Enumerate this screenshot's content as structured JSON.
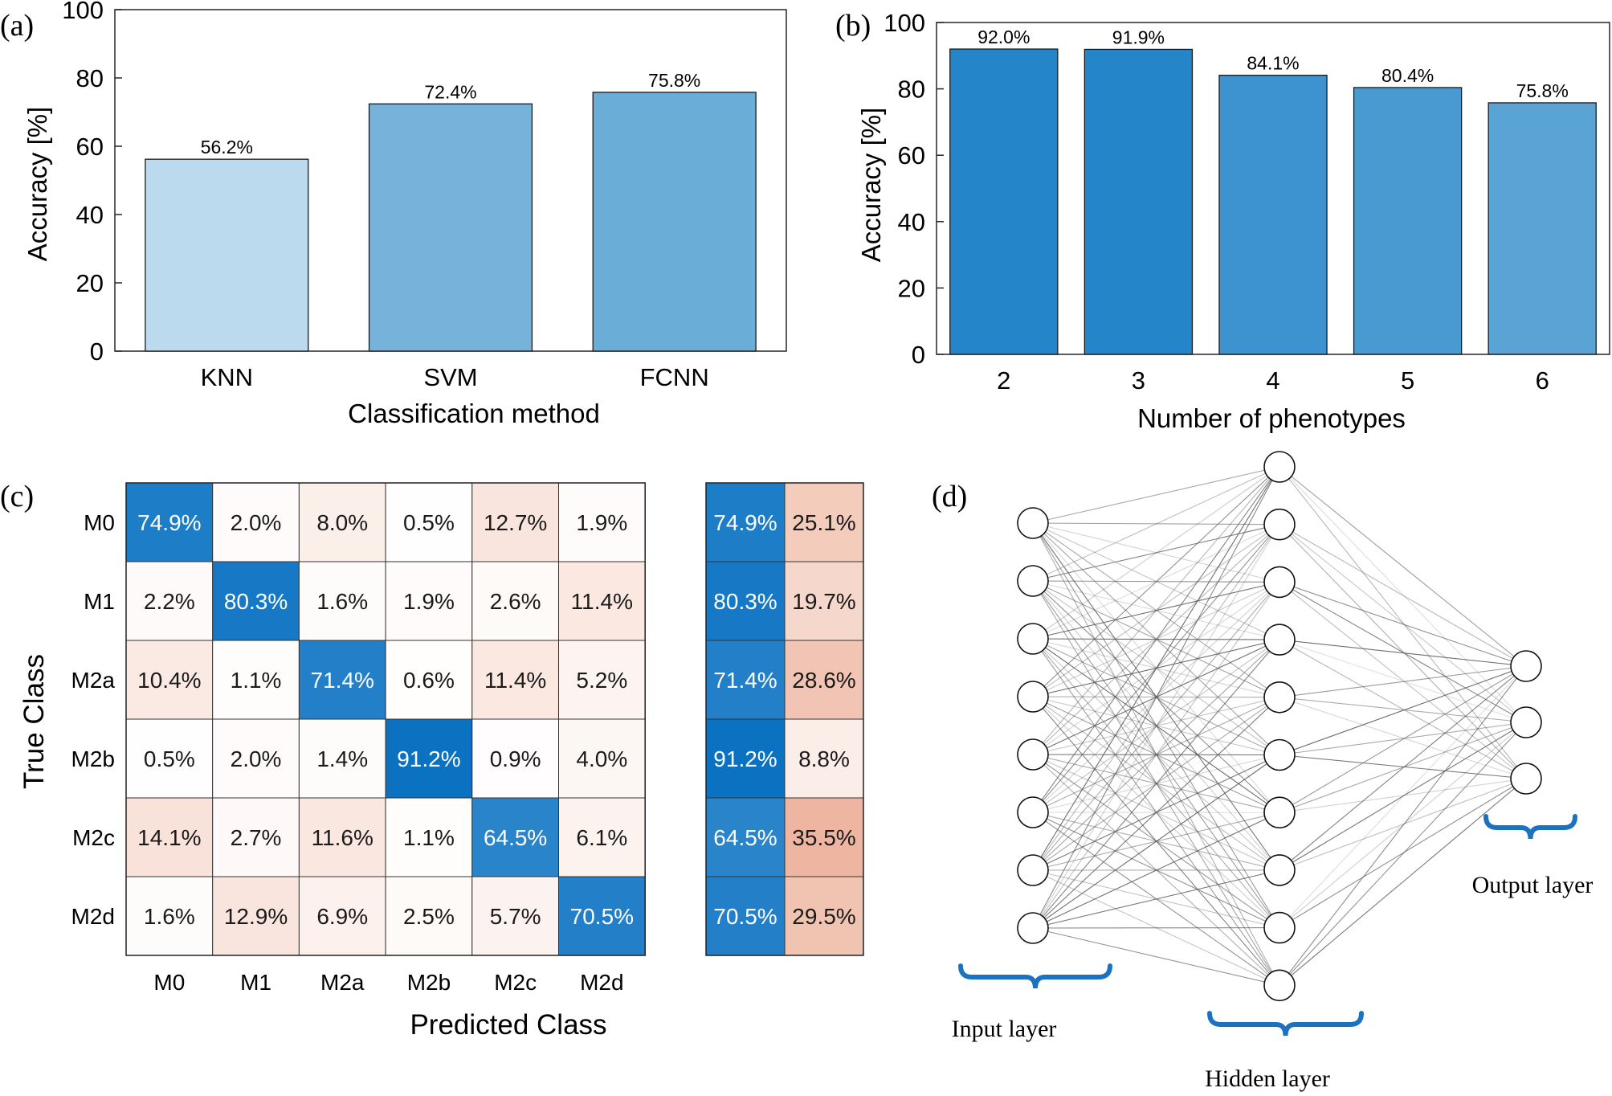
{
  "panels": {
    "a": {
      "label": "(a)"
    },
    "b": {
      "label": "(b)"
    },
    "c": {
      "label": "(c)"
    },
    "d": {
      "label": "(d)"
    }
  },
  "chart_data": [
    {
      "id": "a",
      "type": "bar",
      "categories": [
        "KNN",
        "SVM",
        "FCNN"
      ],
      "values": [
        56.2,
        72.4,
        75.8
      ],
      "data_labels": [
        "56.2%",
        "72.4%",
        "75.8%"
      ],
      "bar_colors": [
        "#bcdaee",
        "#77b2da",
        "#6aaed8"
      ],
      "xlabel": "Classification method",
      "ylabel": "Accuracy [%]",
      "ylim": [
        0,
        100
      ],
      "yticks": [
        0,
        20,
        40,
        60,
        80,
        100
      ],
      "grid": false
    },
    {
      "id": "b",
      "type": "bar",
      "categories": [
        "2",
        "3",
        "4",
        "5",
        "6"
      ],
      "values": [
        92.0,
        91.9,
        84.1,
        80.4,
        75.8
      ],
      "data_labels": [
        "92.0%",
        "91.9%",
        "84.1%",
        "80.4%",
        "75.8%"
      ],
      "bar_colors": [
        "#2585c9",
        "#2585c9",
        "#3d93cf",
        "#4a9ad2",
        "#5aa4d5"
      ],
      "xlabel": "Number of phenotypes",
      "ylabel": "Accuracy [%]",
      "ylim": [
        0,
        100
      ],
      "yticks": [
        0,
        20,
        40,
        60,
        80,
        100
      ],
      "grid": false
    },
    {
      "id": "c",
      "type": "heatmap",
      "x_categories": [
        "M0",
        "M1",
        "M2a",
        "M2b",
        "M2c",
        "M2d"
      ],
      "y_categories": [
        "M0",
        "M1",
        "M2a",
        "M2b",
        "M2c",
        "M2d"
      ],
      "xlabel": "Predicted Class",
      "ylabel": "True Class",
      "values": [
        [
          74.9,
          2.0,
          8.0,
          0.5,
          12.7,
          1.9
        ],
        [
          2.2,
          80.3,
          1.6,
          1.9,
          2.6,
          11.4
        ],
        [
          10.4,
          1.1,
          71.4,
          0.6,
          11.4,
          5.2
        ],
        [
          0.5,
          2.0,
          1.4,
          91.2,
          0.9,
          4.0
        ],
        [
          14.1,
          2.7,
          11.6,
          1.1,
          64.5,
          6.1
        ],
        [
          1.6,
          12.9,
          6.9,
          2.5,
          5.7,
          70.5
        ]
      ],
      "summary_values": [
        [
          74.9,
          25.1
        ],
        [
          80.3,
          19.7
        ],
        [
          71.4,
          28.6
        ],
        [
          91.2,
          8.8
        ],
        [
          64.5,
          35.5
        ],
        [
          70.5,
          29.5
        ]
      ],
      "colors": {
        "correct": "#0b72c2",
        "incorrect": "#e07b54",
        "background": "#ffffff",
        "light_text": "#ffffff",
        "dark_text": "#1a1a1a"
      }
    }
  ],
  "network": {
    "layers": [
      {
        "name": "Input layer",
        "nodes": 8
      },
      {
        "name": "Hidden layer",
        "nodes": 10
      },
      {
        "name": "Output layer",
        "nodes": 3
      }
    ],
    "colors": {
      "bracket": "#1a72c0",
      "edge": "#555555",
      "node_stroke": "#111111"
    }
  }
}
